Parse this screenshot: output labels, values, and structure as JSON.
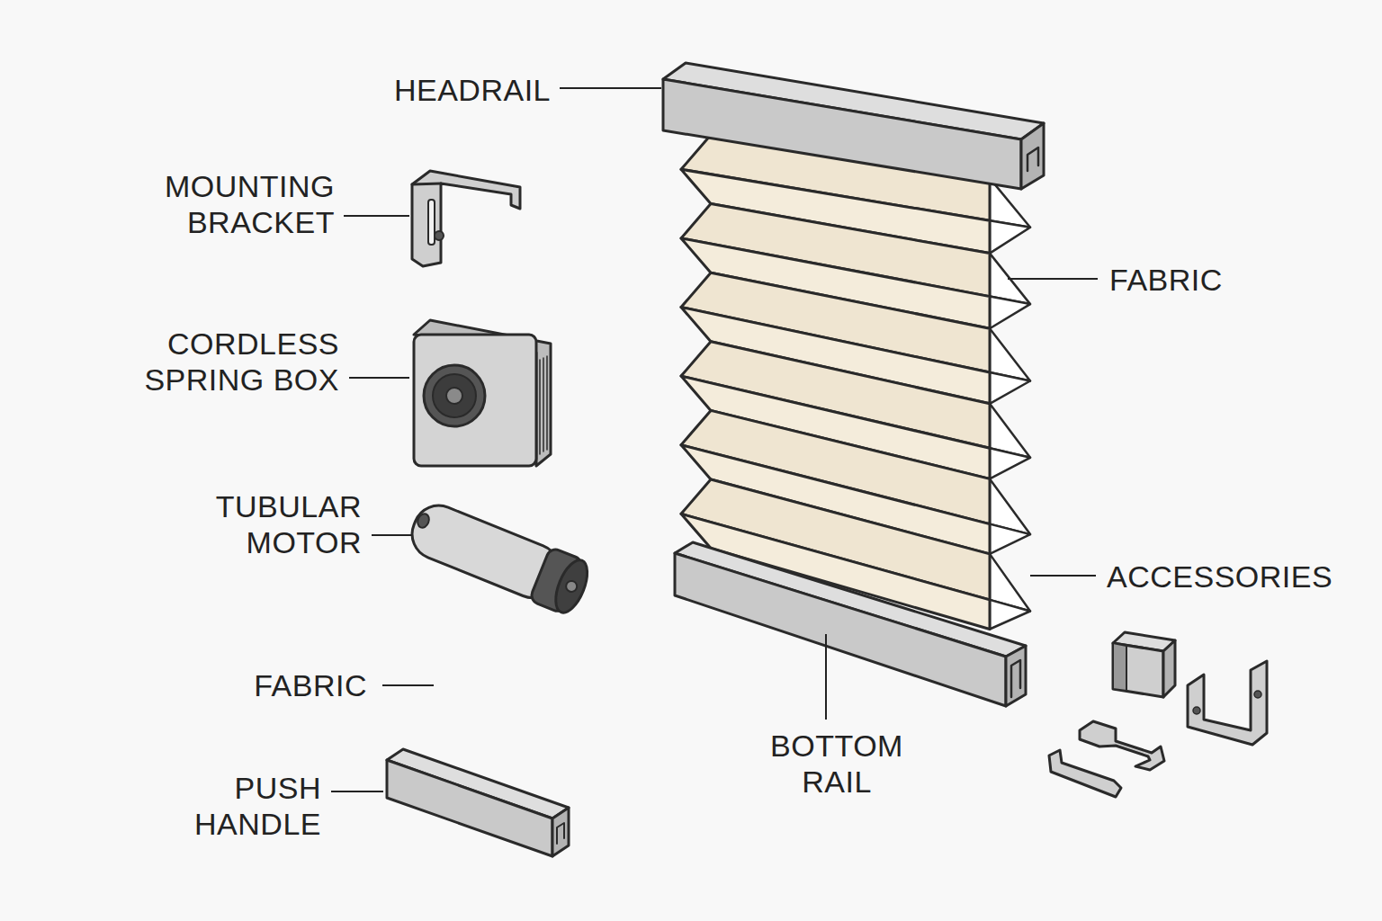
{
  "diagram": {
    "labels": [
      "HEADRAIL",
      "MOUNTING BRACKET",
      "CORDLESS SPRING BOX",
      "TUBULAR MOTOR",
      "FABRIC",
      "PUSH HANDLE",
      "FABRIC",
      "ACCESSORIES",
      "BOTTOM RAIL"
    ]
  }
}
